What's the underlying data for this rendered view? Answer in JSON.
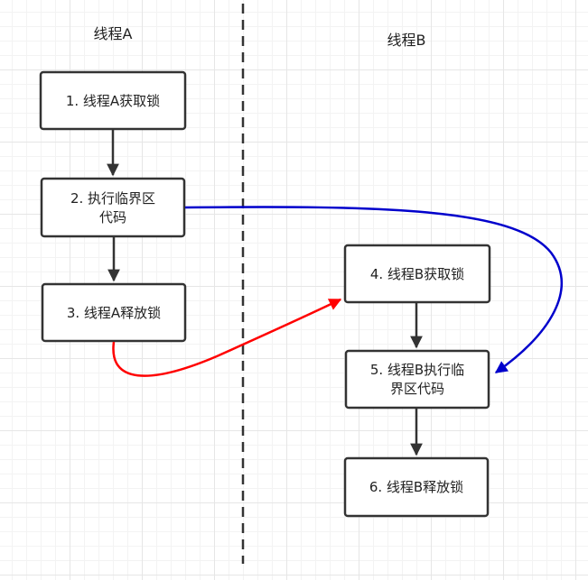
{
  "lanes": {
    "a_title": "线程A",
    "b_title": "线程B"
  },
  "steps": {
    "s1": "1. 线程A获取锁",
    "s2_line1": "2. 执行临界区",
    "s2_line2": "代码",
    "s3": "3. 线程A释放锁",
    "s4": "4. 线程B获取锁",
    "s5_line1": "5. 线程B执行临",
    "s5_line2": "界区代码",
    "s6": "6. 线程B释放锁"
  },
  "colors": {
    "box_stroke": "#333333",
    "flow_arrow": "#333333",
    "release_arrow": "#ff0000",
    "critical_arrow": "#0000cc",
    "divider": "#333333"
  }
}
